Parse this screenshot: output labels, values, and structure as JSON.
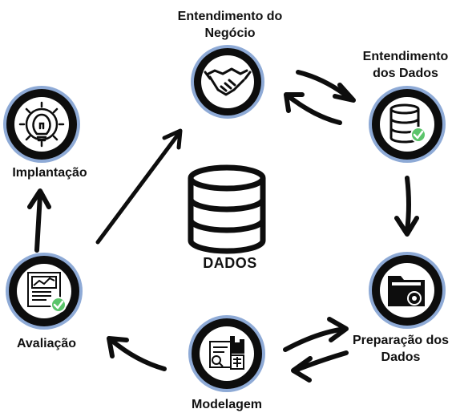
{
  "colors": {
    "ring_outer": "#8eaad6",
    "ring_black": "#0d0d0d",
    "icon_fill": "#ffffff",
    "check_green": "#5bc46a",
    "text": "#111111",
    "arrow": "#0d0d0d"
  },
  "center": {
    "icon": "database-icon",
    "label": "DADOS"
  },
  "nodes": {
    "business": {
      "icon": "handshake-icon",
      "label_line1": "Entendimento do",
      "label_line2": "Negócio"
    },
    "data_understanding": {
      "icon": "database-check-icon",
      "label_line1": "Entendimento",
      "label_line2": "dos Dados"
    },
    "preparation": {
      "icon": "folder-gear-icon",
      "label_line1": "Preparação dos",
      "label_line2": "Dados"
    },
    "modeling": {
      "icon": "report-analysis-icon",
      "label": "Modelagem"
    },
    "evaluation": {
      "icon": "report-check-icon",
      "label": "Avaliação"
    },
    "deployment": {
      "icon": "lightbulb-gear-icon",
      "label": "Implantação"
    }
  }
}
